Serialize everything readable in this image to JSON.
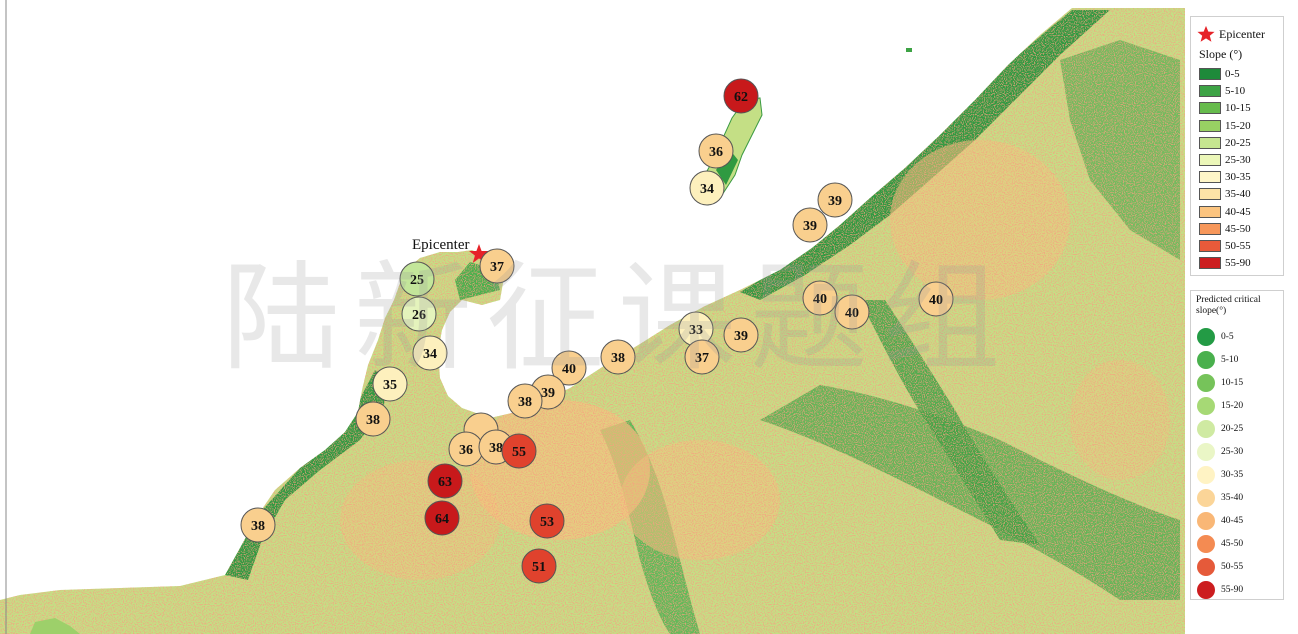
{
  "map": {
    "epicenter_label": "Epicenter",
    "watermark": "陆新征课题组",
    "points": [
      {
        "label": "62",
        "color": "#c8191b"
      },
      {
        "label": "36",
        "color": "#f9cf8e"
      },
      {
        "label": "34",
        "color": "#fdf0bd"
      },
      {
        "label": "39",
        "color": "#f9cf8e"
      },
      {
        "label": "39",
        "color": "#f9cf8e"
      },
      {
        "label": "37",
        "color": "#f9cf8e"
      },
      {
        "label": "25",
        "color": "#c3e69a"
      },
      {
        "label": "26",
        "color": "#e4f3bc"
      },
      {
        "label": "34",
        "color": "#fdf0bd"
      },
      {
        "label": "35",
        "color": "#fdf0bd"
      },
      {
        "label": "38",
        "color": "#f9cf8e"
      },
      {
        "label": "40",
        "color": "#f9cf8e"
      },
      {
        "label": "40",
        "color": "#f9cf8e"
      },
      {
        "label": "40",
        "color": "#f9cf8e"
      },
      {
        "label": "33",
        "color": "#fdf0bd"
      },
      {
        "label": "39",
        "color": "#f9cf8e"
      },
      {
        "label": "37",
        "color": "#f9cf8e"
      },
      {
        "label": "38",
        "color": "#f9cf8e"
      },
      {
        "label": "40",
        "color": "#f9cf8e"
      },
      {
        "label": "39",
        "color": "#f9cf8e"
      },
      {
        "label": "38",
        "color": "#f9cf8e"
      },
      {
        "label": "",
        "color": "#f9cf8e"
      },
      {
        "label": "36",
        "color": "#f9cf8e"
      },
      {
        "label": "38",
        "color": "#f9cf8e"
      },
      {
        "label": "55",
        "color": "#e0422d"
      },
      {
        "label": "63",
        "color": "#c8191b"
      },
      {
        "label": "64",
        "color": "#c8191b"
      },
      {
        "label": "53",
        "color": "#e0422d"
      },
      {
        "label": "51",
        "color": "#e0422d"
      },
      {
        "label": "38",
        "color": "#f9cf8e"
      }
    ]
  },
  "legend": {
    "epicenter": "Epicenter",
    "slope_title": "Slope (°)",
    "slope_classes": [
      {
        "label": "0-5",
        "color": "#1e8a3a"
      },
      {
        "label": "5-10",
        "color": "#3da345"
      },
      {
        "label": "10-15",
        "color": "#66bb4c"
      },
      {
        "label": "15-20",
        "color": "#98d163"
      },
      {
        "label": "20-25",
        "color": "#c6e690"
      },
      {
        "label": "25-30",
        "color": "#ecf7b9"
      },
      {
        "label": "30-35",
        "color": "#fff6c8"
      },
      {
        "label": "35-40",
        "color": "#fde3a7"
      },
      {
        "label": "40-45",
        "color": "#fbc47f"
      },
      {
        "label": "45-50",
        "color": "#f7975a"
      },
      {
        "label": "50-55",
        "color": "#e85a3a"
      },
      {
        "label": "55-90",
        "color": "#cc1d1f"
      }
    ],
    "critical_title": "Predicted critical slope(°)",
    "critical_classes": [
      {
        "label": "0-5",
        "color": "#239b45"
      },
      {
        "label": "5-10",
        "color": "#49b04d"
      },
      {
        "label": "10-15",
        "color": "#76c35a"
      },
      {
        "label": "15-20",
        "color": "#a6d975"
      },
      {
        "label": "20-25",
        "color": "#cfeaa2"
      },
      {
        "label": "25-30",
        "color": "#eaf6c6"
      },
      {
        "label": "30-35",
        "color": "#fff3c4"
      },
      {
        "label": "35-40",
        "color": "#fbd598"
      },
      {
        "label": "40-45",
        "color": "#f9b776"
      },
      {
        "label": "45-50",
        "color": "#f48b52"
      },
      {
        "label": "50-55",
        "color": "#e55a3a"
      },
      {
        "label": "55-90",
        "color": "#cc1d1f"
      }
    ]
  }
}
